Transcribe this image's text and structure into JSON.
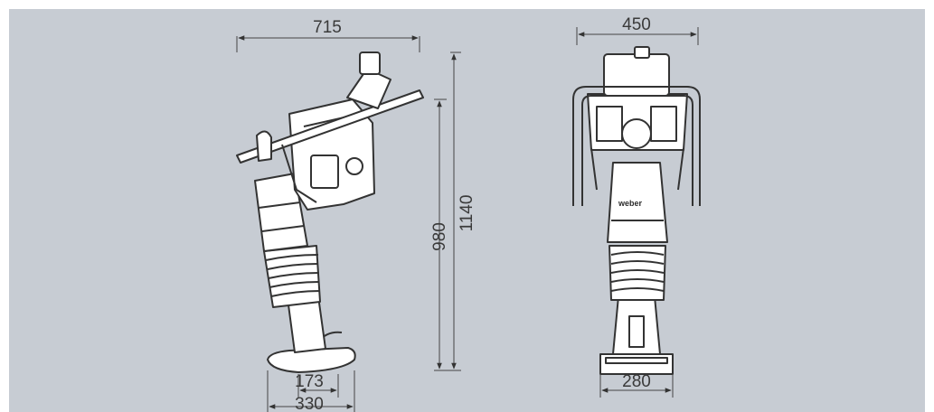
{
  "dimensions": {
    "side_width": "715",
    "front_width": "450",
    "height_total": "1140",
    "height_guide": "980",
    "foot_length": "173",
    "foot_base": "330",
    "front_foot_width": "280"
  },
  "brand_label": "weber",
  "colors": {
    "background": "#c7ccd3",
    "line": "#333333",
    "body_fill": "#ffffff"
  }
}
